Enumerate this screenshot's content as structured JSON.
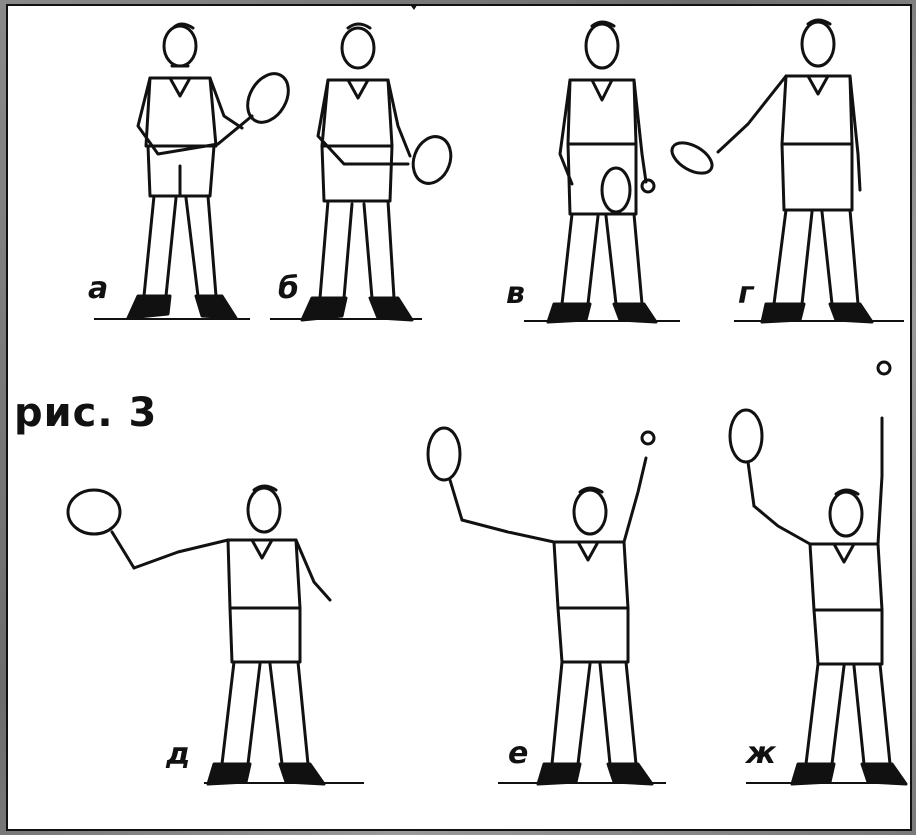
{
  "figure": {
    "caption": "рис. 3",
    "ink_color": "#111111",
    "background_color": "#ffffff",
    "labels": {
      "a": "а",
      "b": "б",
      "v": "в",
      "g": "г",
      "d": "д",
      "e": "е",
      "zh": "ж"
    }
  }
}
